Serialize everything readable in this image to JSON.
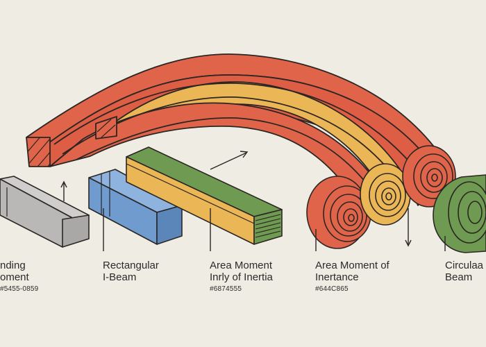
{
  "colors": {
    "background": "#efece4",
    "red": "#e0644a",
    "yellow": "#ebb655",
    "green": "#6f9a52",
    "blue": "#6f9bcf",
    "gray": "#b9b8b7",
    "outline": "#2b2523"
  },
  "labels": [
    {
      "line1": "nding",
      "line2": "oment",
      "code": "#5455-0859"
    },
    {
      "line1": "Rectangular",
      "line2": "I-Beam",
      "code": ""
    },
    {
      "line1": "Area Moment",
      "line2": "Inrly of Inertia",
      "code": "#6874555"
    },
    {
      "line1": "Area Moment of",
      "line2": "Inertance",
      "code": "#644С865"
    },
    {
      "line1": "Circulaa",
      "line2": "Beam",
      "code": ""
    }
  ]
}
